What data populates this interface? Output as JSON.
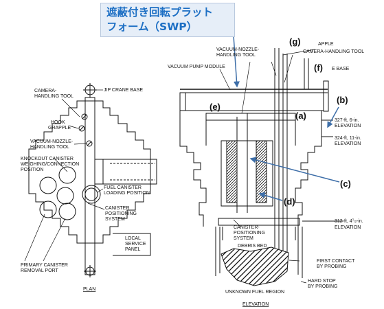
{
  "callout": {
    "line1": "遮蔽付き回転プラット",
    "line2": "フォーム（SWP）",
    "color": "#1d6fc4"
  },
  "plan": {
    "caption": "PLAN",
    "jip_crane_base": "JIP CRANE BASE",
    "camera_tool": [
      "CAMERA-",
      "HANDLING TOOL"
    ],
    "hook_grapple": [
      "HOOK",
      "GRAPPLE"
    ],
    "vacuum_nozzle_tool": [
      "VACUUM-NOZZLE-",
      "HANDLING TOOL"
    ],
    "knockout_canister": [
      "KNOCKOUT CANISTER",
      "WEIGHING/CONNECTION",
      "POSITION"
    ],
    "fuel_canister": [
      "FUEL CANISTER",
      "LOADING POSITION"
    ],
    "canister_positioning": [
      "CANISTER",
      "POSITIONING",
      "SYSTEM"
    ],
    "local_service_panel": [
      "LOCAL",
      "SERVICE",
      "PANEL"
    ],
    "primary_canister": [
      "PRIMARY CANISTER",
      "REMOVAL PORT"
    ]
  },
  "elevation": {
    "caption": "ELEVATION",
    "vacuum_nozzle_tool": [
      "VACUUM-NOZZLE-",
      "HANDLING TOOL"
    ],
    "vacuum_pump_module": "VACUUM PUMP MODULE",
    "grapple": "APPLE",
    "camera_tool": "CAMERA-HANDLING TOOL",
    "jib_base": "E BASE",
    "elev_327": [
      "327-ft, 6-in.",
      "ELEVATION"
    ],
    "elev_324": [
      "324-ft, 11-in.",
      "ELEVATION"
    ],
    "elev_312_main": "312-ft, 4",
    "elev_312_frac_num": "1",
    "elev_312_frac_den": "2",
    "elev_312_tail": "-in.",
    "elev_312_b": "ELEVATION",
    "canister_positioning": [
      "CANISTER-",
      "POSITIONING",
      "SYSTEM"
    ],
    "debris_bed": "DEBRIS BED",
    "first_contact": [
      "FIRST CONTACT",
      "BY PROBING"
    ],
    "hard_stop": [
      "HARD STOP",
      "BY PROBING"
    ],
    "unknown_fuel": "UNKNOWN FUEL REGION"
  },
  "markers": {
    "a": "(a)",
    "b": "(b)",
    "c": "(c)",
    "d": "(d)",
    "e": "(e)",
    "f": "(f)",
    "g": "(g)"
  },
  "accent_arrow": "#3d6ea8"
}
